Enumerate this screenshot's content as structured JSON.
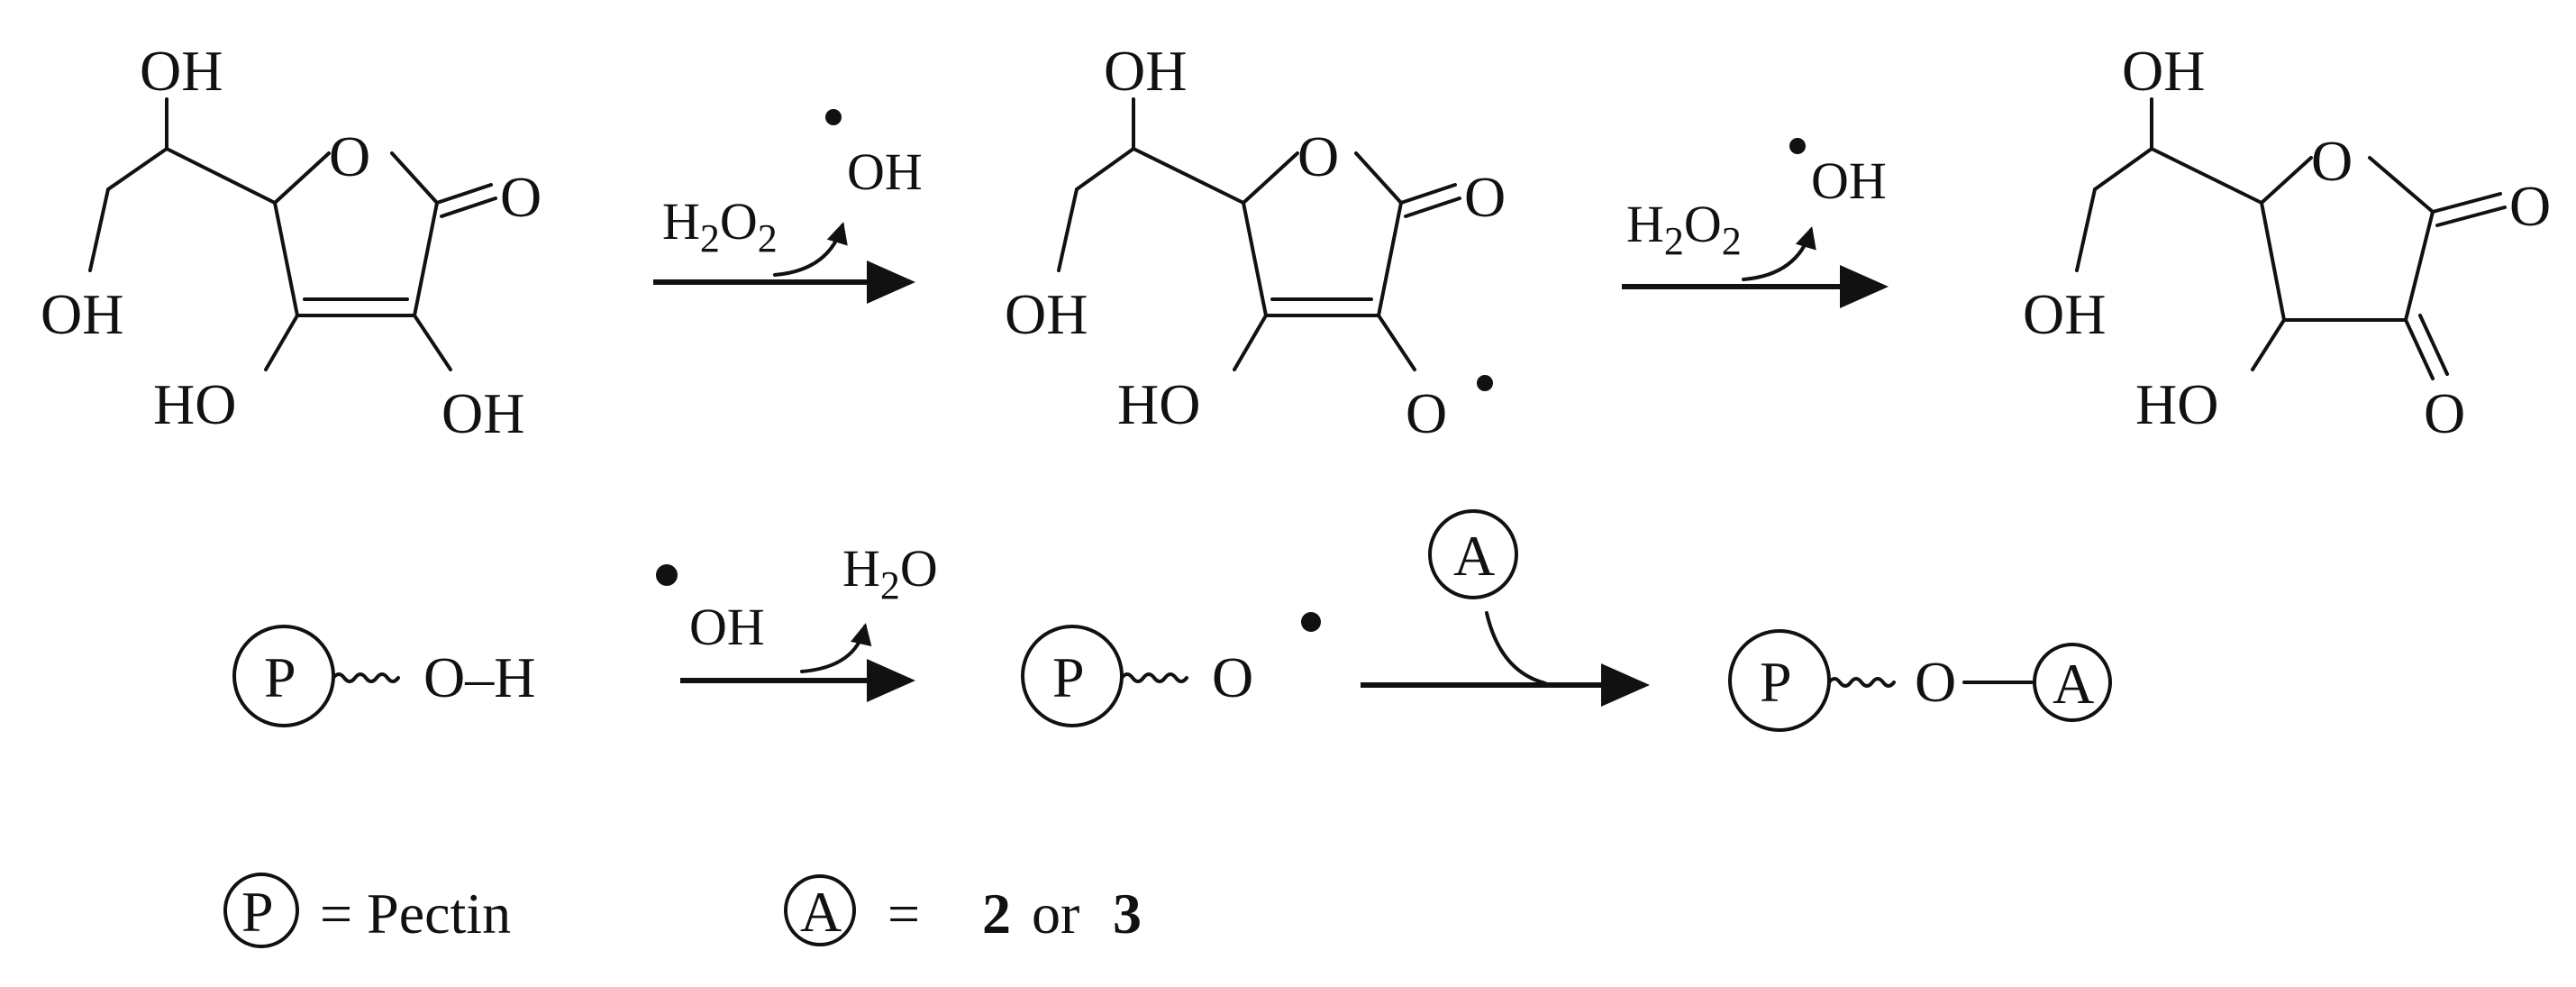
{
  "molecule_labels": {
    "hydroxyl": "OH",
    "hydroxyl_rev": "HO",
    "ring_oxygen": "O",
    "carbonyl_oxygen": "O",
    "radical_oxygen": "O",
    "radical_dot": "•"
  },
  "reaction_row1": {
    "step1_reagent": "H",
    "step1_reagent_sub1": "2",
    "step1_reagent_o": "O",
    "step1_reagent_sub2": "2",
    "step1_product_radical": "OH",
    "step2_reagent": "H",
    "step2_reagent_sub1": "2",
    "step2_reagent_o": "O",
    "step2_reagent_sub2": "2",
    "step2_product_radical": "OH"
  },
  "reaction_row2": {
    "pectin_symbol": "P",
    "adduct_symbol": "A",
    "start_group": "O–H",
    "radical_reagent": "OH",
    "byproduct_h": "H",
    "byproduct_sub": "2",
    "byproduct_o": "O",
    "intermediate_o": "O",
    "product_o": "O"
  },
  "legend": {
    "pectin_symbol": "P",
    "pectin_equals": "= Pectin",
    "adduct_symbol": "A",
    "adduct_equals": "=",
    "adduct_value_2": "2",
    "adduct_or": "or",
    "adduct_value_3": "3"
  }
}
